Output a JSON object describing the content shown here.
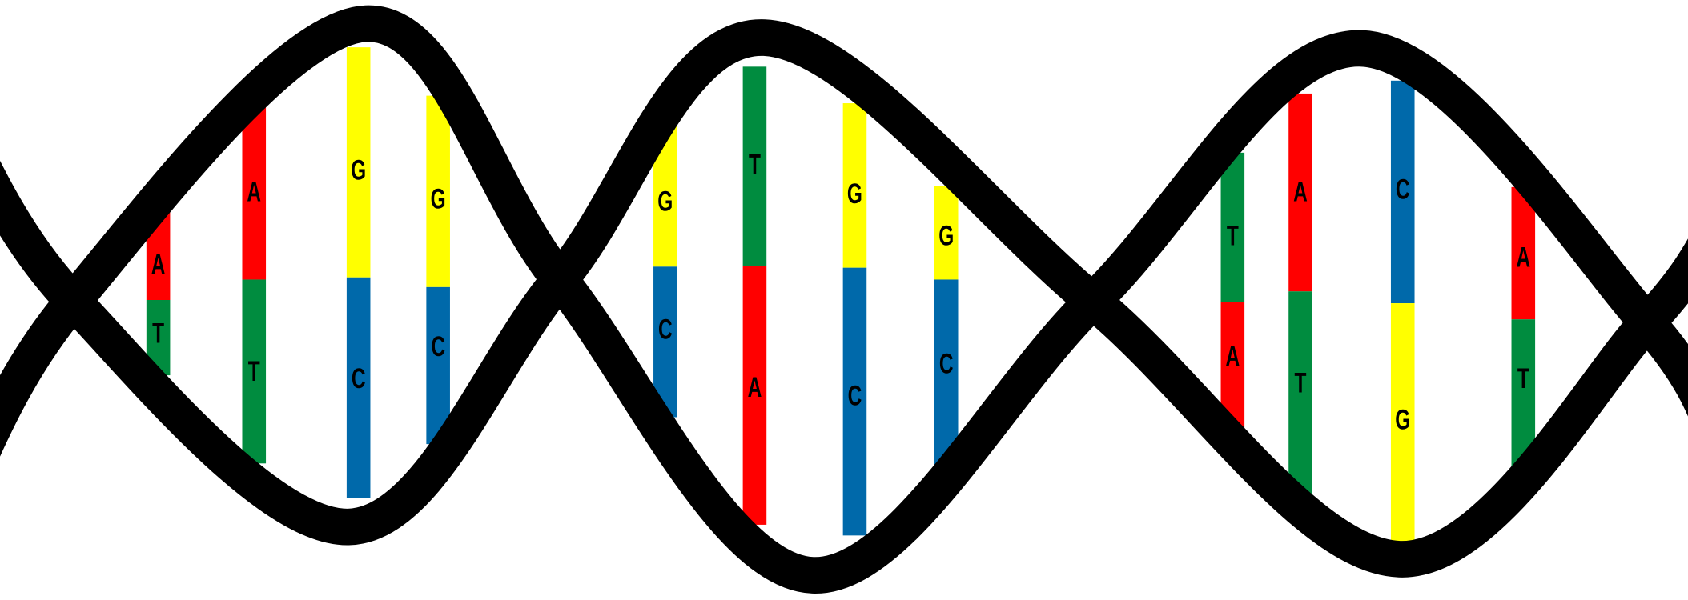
{
  "colors": {
    "A": "#ff0000",
    "T": "#008c3f",
    "G": "#ffff00",
    "C": "#0069aa",
    "backbone": "#000000"
  },
  "base_pairs": [
    {
      "top": "A",
      "bottom": "T"
    },
    {
      "top": "A",
      "bottom": "T"
    },
    {
      "top": "G",
      "bottom": "C"
    },
    {
      "top": "G",
      "bottom": "C"
    },
    {
      "top": "G",
      "bottom": "C"
    },
    {
      "top": "T",
      "bottom": "A"
    },
    {
      "top": "G",
      "bottom": "C"
    },
    {
      "top": "G",
      "bottom": "C"
    },
    {
      "top": "T",
      "bottom": "A"
    },
    {
      "top": "A",
      "bottom": "T"
    },
    {
      "top": "C",
      "bottom": "G"
    },
    {
      "top": "A",
      "bottom": "T"
    }
  ]
}
